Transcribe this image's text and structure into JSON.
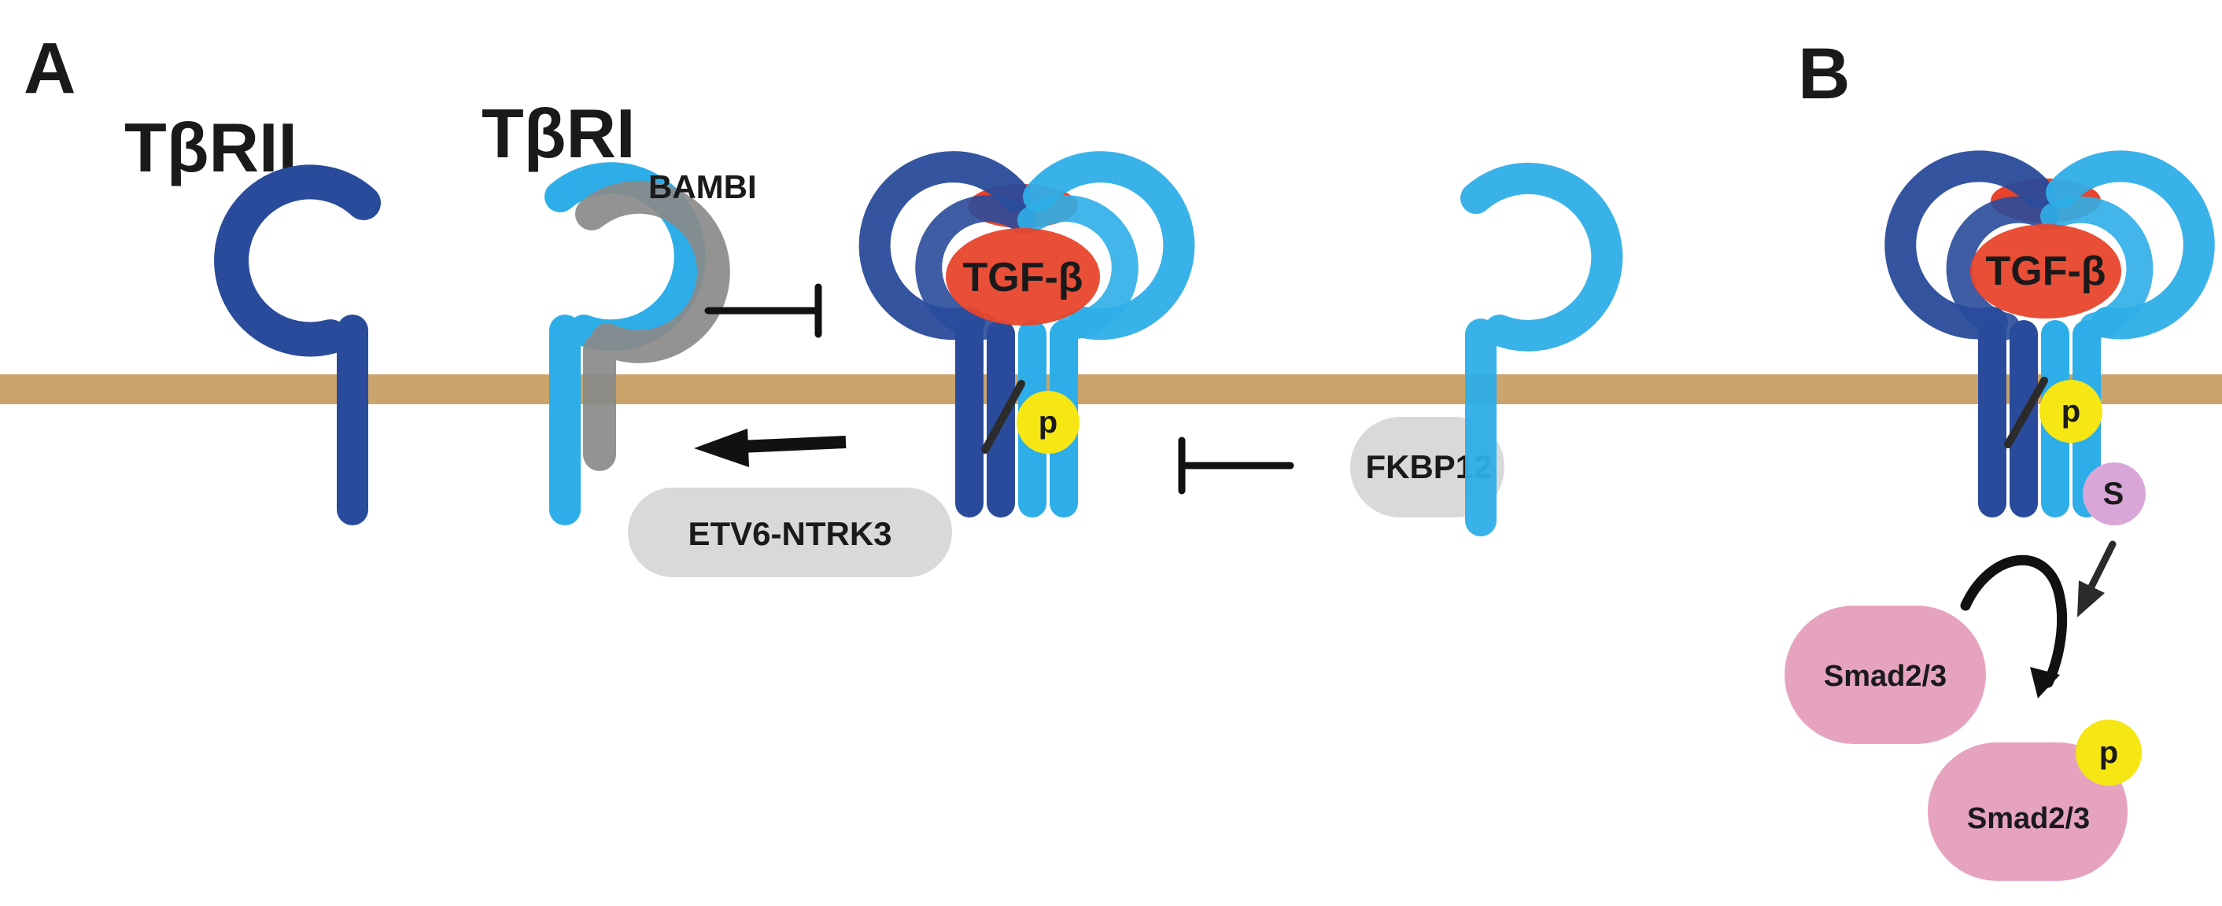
{
  "panels": {
    "a": "A",
    "b": "B"
  },
  "labels": {
    "tbrii": "TβRII",
    "tbri": "TβRI",
    "bambi": "BAMBI",
    "etv6": "ETV6-NTRK3",
    "fkbp12": "FKBP12",
    "tgf_a": "TGF-β",
    "tgf_b": "TGF-β",
    "p_a": "p",
    "p_b": "p",
    "s_b": "S",
    "smad_top": "Smad2/3",
    "smad_bottom": "Smad2/3",
    "smad_p": "p"
  },
  "colors": {
    "tbrii": "#2a4b9b",
    "tbri": "#2eaee8",
    "membrane": "#c9a46b",
    "tgf": "#e8452c",
    "bambi": "#8a8a8a",
    "phospho": "#f5e614",
    "smad": "#e6a3bf",
    "serine": "#d9a6d8",
    "pill": "#d9d9d9"
  }
}
